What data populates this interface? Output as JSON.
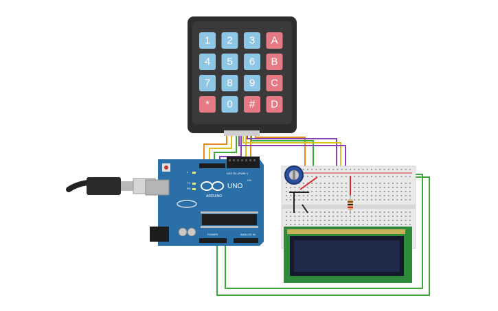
{
  "keypad": {
    "keys": [
      [
        "1",
        "2",
        "3",
        "A"
      ],
      [
        "4",
        "5",
        "6",
        "B"
      ],
      [
        "7",
        "8",
        "9",
        "C"
      ],
      [
        "*",
        "0",
        "#",
        "D"
      ]
    ]
  },
  "arduino": {
    "brand": "ARDUINO",
    "model": "UNO",
    "digital_label": "DIGITAL (PWM~)",
    "power_label": "POWER",
    "analog_label": "ANALOG IN",
    "tx_label": "TX",
    "rx_label": "RX",
    "l_label": "L",
    "on_label": "ON"
  },
  "colors": {
    "board": "#2a6fa8",
    "key_blue": "#8ec6e6",
    "key_red": "#e57a85",
    "keypad_body": "#2d2d2d",
    "lcd_pcb": "#2e8b3c",
    "lcd_screen": "#1f2a4a",
    "wire_orange": "#e28b1b",
    "wire_yellow": "#d9c21a",
    "wire_green": "#3aa83a",
    "wire_purple": "#8a3fb0",
    "wire_red": "#d8262b",
    "wire_black": "#222222"
  },
  "icons": [
    "usb-cable-icon",
    "potentiometer-icon",
    "resistor-icon"
  ]
}
